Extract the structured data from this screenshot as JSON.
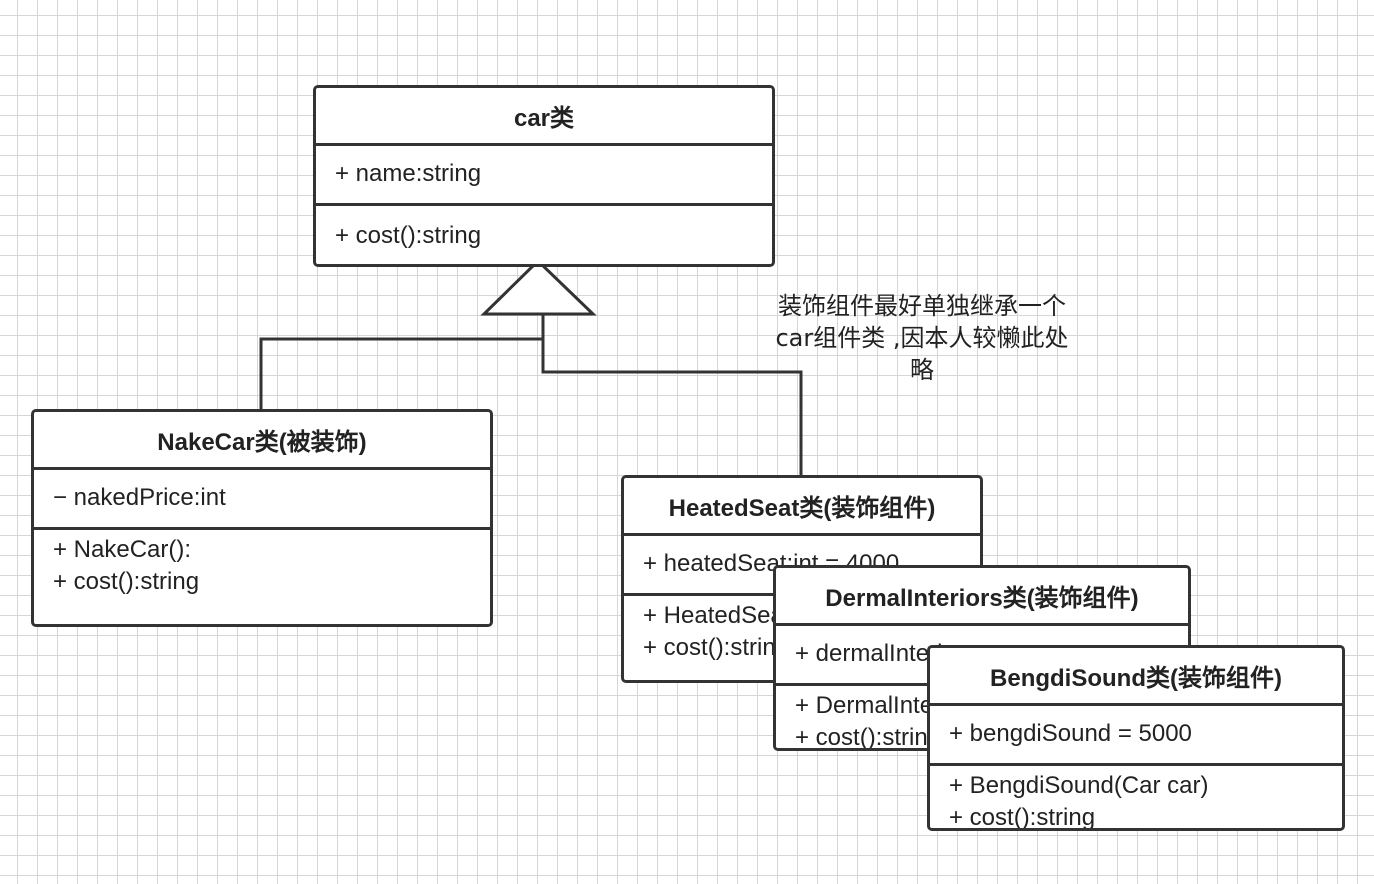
{
  "classes": {
    "car": {
      "name": "car类",
      "attributes": [
        "+ name:string"
      ],
      "operations": [
        "+ cost():string"
      ]
    },
    "nakecar": {
      "name": "NakeCar类(被装饰)",
      "attributes": [
        "− nakedPrice:int"
      ],
      "operations": [
        "+ NakeCar():",
        "+ cost():string"
      ]
    },
    "heatedseat": {
      "name": "HeatedSeat类(装饰组件)",
      "attributes": [
        "+ heatedSeat:int = 4000"
      ],
      "operations": [
        "+ HeatedSeat()",
        "+ cost():string"
      ]
    },
    "dermal": {
      "name": "DermalInteriors类(装饰组件)",
      "attributes": [
        "+ dermalInteriors"
      ],
      "operations": [
        "+ DermalInteriors()",
        "+ cost():string"
      ]
    },
    "bengdi": {
      "name": "BengdiSound类(装饰组件)",
      "attributes": [
        "+ bengdiSound = 5000"
      ],
      "operations": [
        "+ BengdiSound(Car car)",
        "+ cost():string"
      ]
    }
  },
  "note": {
    "lines": [
      "装饰组件最好单独继承一个",
      "car组件类 ,因本人较懒此处",
      "略"
    ]
  }
}
